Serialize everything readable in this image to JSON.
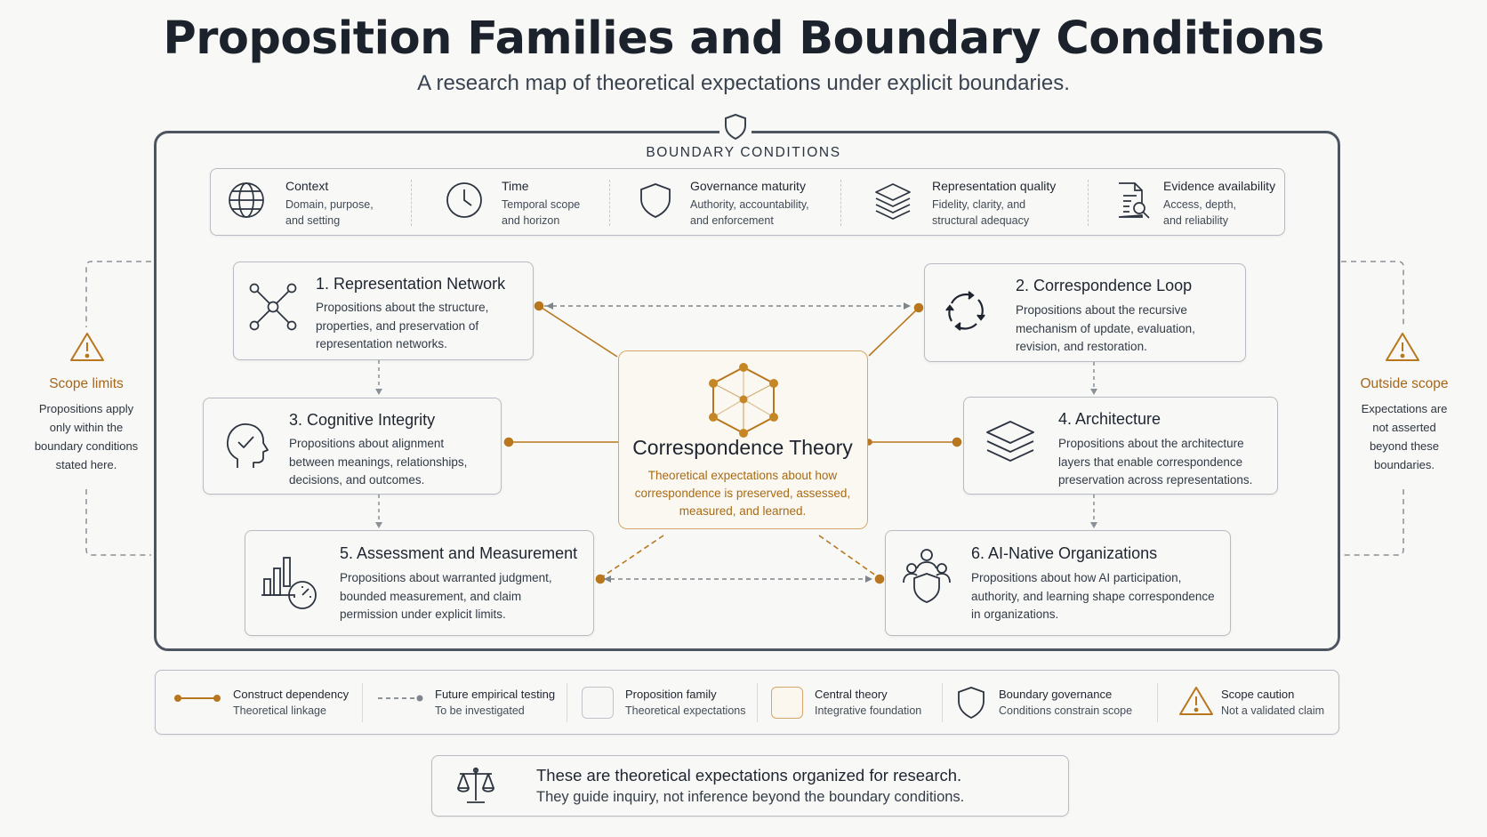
{
  "title": "Proposition Families and Boundary Conditions",
  "subtitle": "A research map of theoretical expectations under explicit boundaries.",
  "boundary": {
    "label": "BOUNDARY CONDITIONS",
    "items": [
      {
        "title": "Context",
        "desc1": "Domain, purpose,",
        "desc2": "and setting",
        "icon": "globe-icon"
      },
      {
        "title": "Time",
        "desc1": "Temporal scope",
        "desc2": "and horizon",
        "icon": "clock-icon"
      },
      {
        "title": "Governance maturity",
        "desc1": "Authority, accountability,",
        "desc2": "and enforcement",
        "icon": "shield-icon"
      },
      {
        "title": "Representation quality",
        "desc1": "Fidelity, clarity, and",
        "desc2": "structural adequacy",
        "icon": "layers-icon"
      },
      {
        "title": "Evidence availability",
        "desc1": "Access, depth,",
        "desc2": "and reliability",
        "icon": "document-search-icon"
      }
    ]
  },
  "propositions": [
    {
      "title": "1. Representation Network",
      "lines": [
        "Propositions about the structure,",
        "properties, and preservation of",
        "representation networks."
      ],
      "icon": "network-icon"
    },
    {
      "title": "2. Correspondence Loop",
      "lines": [
        "Propositions about the recursive",
        "mechanism of update, evaluation,",
        "revision, and restoration."
      ],
      "icon": "cycle-arrows-icon"
    },
    {
      "title": "3. Cognitive Integrity",
      "lines": [
        "Propositions about alignment",
        "between meanings, relationships,",
        "decisions, and outcomes."
      ],
      "icon": "head-check-icon"
    },
    {
      "title": "4. Architecture",
      "lines": [
        "Propositions about the architecture",
        "layers that enable correspondence",
        "preservation across representations."
      ],
      "icon": "stack-layers-icon"
    },
    {
      "title": "5. Assessment and Measurement",
      "lines": [
        "Propositions about warranted judgment,",
        "bounded measurement, and claim",
        "permission under explicit limits."
      ],
      "icon": "chart-gauge-icon"
    },
    {
      "title": "6. AI-Native Organizations",
      "lines": [
        "Propositions about how AI participation,",
        "authority, and learning shape correspondence",
        "in organizations."
      ],
      "icon": "people-shield-icon"
    }
  ],
  "central": {
    "title": "Correspondence Theory",
    "desc1": "Theoretical expectations about how",
    "desc2": "correspondence is preserved, assessed,",
    "desc3": "measured, and learned.",
    "icon": "cube-network-icon"
  },
  "scope_left": {
    "title": "Scope limits",
    "lines": [
      "Propositions apply",
      "only within the",
      "boundary conditions",
      "stated here."
    ],
    "icon": "warning-icon"
  },
  "scope_right": {
    "title": "Outside scope",
    "lines": [
      "Expectations are",
      "not asserted",
      "beyond these",
      "boundaries."
    ],
    "icon": "warning-icon"
  },
  "legend": [
    {
      "title": "Construct dependency",
      "desc": "Theoretical linkage",
      "icon": "solid-connector-icon"
    },
    {
      "title": "Future empirical testing",
      "desc": "To be investigated",
      "icon": "dashed-connector-icon"
    },
    {
      "title": "Proposition family",
      "desc": "Theoretical expectations",
      "icon": "grey-box-icon"
    },
    {
      "title": "Central theory",
      "desc": "Integrative foundation",
      "icon": "gold-box-icon"
    },
    {
      "title": "Boundary governance",
      "desc": "Conditions constrain scope",
      "icon": "shield-icon"
    },
    {
      "title": "Scope caution",
      "desc": "Not a validated claim",
      "icon": "warning-icon"
    }
  ],
  "note": {
    "line1": "These are theoretical expectations organized for research.",
    "line2": "They guide inquiry, not inference beyond the boundary conditions.",
    "icon": "scales-icon"
  },
  "colors": {
    "accent": "#b8771f",
    "border": "#4d5560",
    "text": "#1e2530",
    "card_border": "#b7bcc2"
  }
}
